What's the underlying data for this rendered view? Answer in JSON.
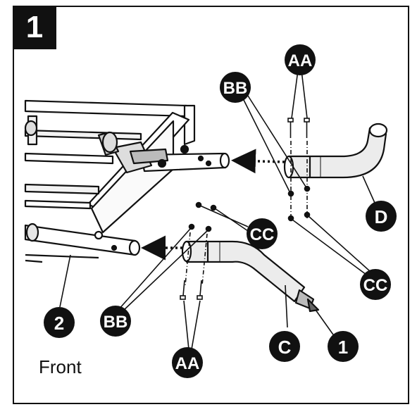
{
  "step": {
    "number": "1"
  },
  "orientation": {
    "text": "Front"
  },
  "callouts": [
    {
      "id": "AA-top",
      "text": "AA"
    },
    {
      "id": "BB-top",
      "text": "BB"
    },
    {
      "id": "D",
      "text": "D"
    },
    {
      "id": "CC-mid",
      "text": "CC"
    },
    {
      "id": "CC-right",
      "text": "CC"
    },
    {
      "id": "two",
      "text": "2"
    },
    {
      "id": "BB-bottom",
      "text": "BB"
    },
    {
      "id": "C",
      "text": "C"
    },
    {
      "id": "one",
      "text": "1"
    },
    {
      "id": "AA-bottom",
      "text": "AA"
    }
  ],
  "colors": {
    "ink": "#111111",
    "paper": "#ffffff",
    "tube_shade": "#e6e6e6"
  }
}
